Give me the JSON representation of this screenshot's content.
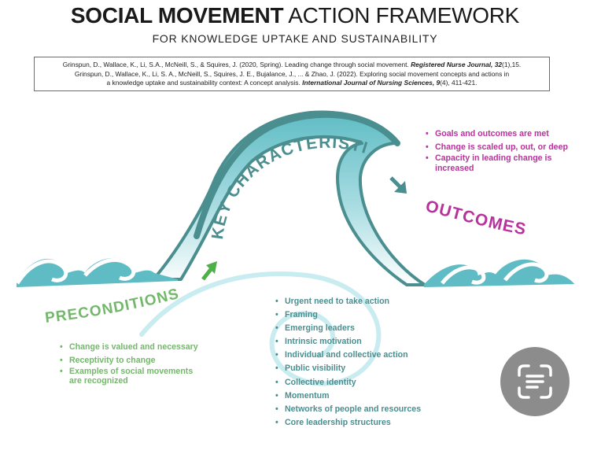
{
  "header": {
    "title_bold": "SOCIAL MOVEMENT",
    "title_rest": " ACTION FRAMEWORK",
    "subtitle": "FOR KNOWLEDGE UPTAKE AND SUSTAINABILITY"
  },
  "citations": [
    {
      "pre": "Grinspun, D., Wallace, K., Li, S.A., McNeill, S., & Squires, J. (2020, Spring). Leading change through social movement. ",
      "journal": "Registered Nurse Journal, 32",
      "post": "(1),15."
    },
    {
      "line1": "Grinspun, D., Wallace, K., Li, S. A., McNeill, S., Squires, J. E., Bujalance, J., ... & Zhao, J. (2022). Exploring social movement concepts and actions in",
      "pre": "a knowledge uptake and sustainability context: A concept analysis. ",
      "journal": "International Journal of Nursing Sciences, 9",
      "post": "(4), 411-421."
    }
  ],
  "sections": {
    "preconditions": {
      "label": "PRECONDITIONS",
      "items": [
        "Change is valued and necessary",
        "Receptivity to change",
        "Examples of social movements are recognized"
      ]
    },
    "key_characteristics": {
      "label": "KEY CHARACTERISTICS",
      "items": [
        "Urgent need to take action",
        "Framing",
        "Emerging leaders",
        "Intrinsic motivation",
        "Individual and collective action",
        "Public visibility",
        "Collective identity",
        "Momentum",
        "Networks of people and resources",
        "Core leadership structures"
      ]
    },
    "outcomes": {
      "label": "OUTCOMES",
      "items": [
        "Goals and outcomes are met",
        "Change is scaled up, out, or deep",
        "Capacity in leading change is increased"
      ]
    }
  },
  "colors": {
    "wave_fill": "#5fbcc4",
    "wave_dark": "#4a8e8f",
    "preconditions": "#73b86a",
    "outcomes": "#b8329b",
    "key_text": "#4a8e8f"
  },
  "icons": {
    "up_arrow": "green-up-right-arrow",
    "down_arrow": "teal-down-right-arrow",
    "scan": "scan-text-icon"
  }
}
